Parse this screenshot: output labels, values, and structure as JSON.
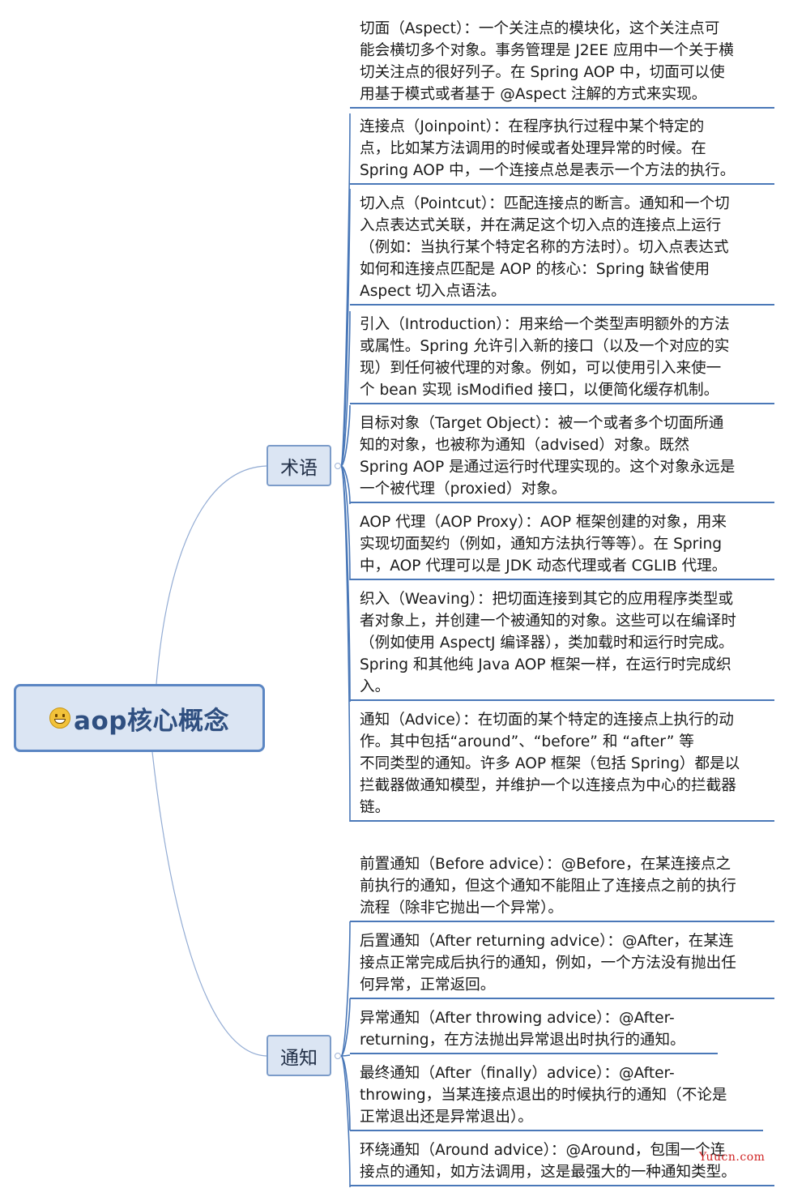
{
  "root": {
    "label": "aop核心概念",
    "icon": "grinning-face-icon"
  },
  "branches": [
    {
      "label": "术语",
      "leaves": [
        "切面（Aspect）：一个关注点的模块化，这个关注点可\n能会横切多个对象。事务管理是 J2EE 应用中一个关于横\n切关注点的很好列子。在 Spring AOP 中，切面可以使\n用基于模式或者基于 @Aspect 注解的方式来实现。",
        "连接点（Joinpoint）：在程序执行过程中某个特定的\n点，比如某方法调用的时候或者处理异常的时候。在\nSpring AOP 中，一个连接点总是表示一个方法的执行。",
        "切入点（Pointcut）：匹配连接点的断言。通知和一个切\n入点表达式关联，并在满足这个切入点的连接点上运行\n（例如：当执行某个特定名称的方法时）。切入点表达式\n如何和连接点匹配是 AOP 的核心：Spring 缺省使用\nAspect 切入点语法。",
        "引入（Introduction）：用来给一个类型声明额外的方法\n或属性。Spring 允许引入新的接口（以及一个对应的实\n现）到任何被代理的对象。例如，可以使用引入来使一\n个 bean 实现 isModified 接口，以便简化缓存机制。",
        "目标对象（Target Object）：被一个或者多个切面所通\n知的对象，也被称为通知（advised）对象。既然\nSpring AOP 是通过运行时代理实现的。这个对象永远是\n一个被代理（proxied）对象。",
        "AOP 代理（AOP Proxy）：AOP 框架创建的对象，用来\n实现切面契约（例如，通知方法执行等等）。在 Spring\n中，AOP 代理可以是 JDK 动态代理或者 CGLIB 代理。",
        "织入（Weaving）：把切面连接到其它的应用程序类型或\n者对象上，并创建一个被通知的对象。这些可以在编译时\n（例如使用 AspectJ 编译器），类加载时和运行时完成。\nSpring 和其他纯 Java AOP 框架一样，在运行时完成织\n入。",
        "通知（Advice）：在切面的某个特定的连接点上执行的动\n作。其中包括“around”、“before” 和 “after” 等\n不同类型的通知。许多 AOP 框架（包括 Spring）都是以\n拦截器做通知模型，并维护一个以连接点为中心的拦截器\n链。"
      ]
    },
    {
      "label": "通知",
      "leaves": [
        "前置通知（Before advice）：@Before，在某连接点之\n前执行的通知，但这个通知不能阻止了连接点之前的执行\n流程（除非它抛出一个异常）。",
        "后置通知（After returning advice）：@After，在某连\n接点正常完成后执行的通知，例如，一个方法没有抛出任\n何异常，正常返回。",
        "异常通知（After throwing advice）：@After-\nreturning，在方法抛出异常退出时执行的通知。",
        "最终通知（After（finally）advice）：@After-\nthrowing，当某连接点退出的时候执行的通知（不论是\n正常退出还是异常退出）。",
        "环绕通知（Around advice）：@Around，包围一个连\n接点的通知，如方法调用，这是最强大的一种通知类型。"
      ]
    }
  ],
  "watermark": "Yuucn.com",
  "colors": {
    "accent": "#4a78b8",
    "node_fill": "#dbe5f3",
    "watermark": "#d02424"
  }
}
